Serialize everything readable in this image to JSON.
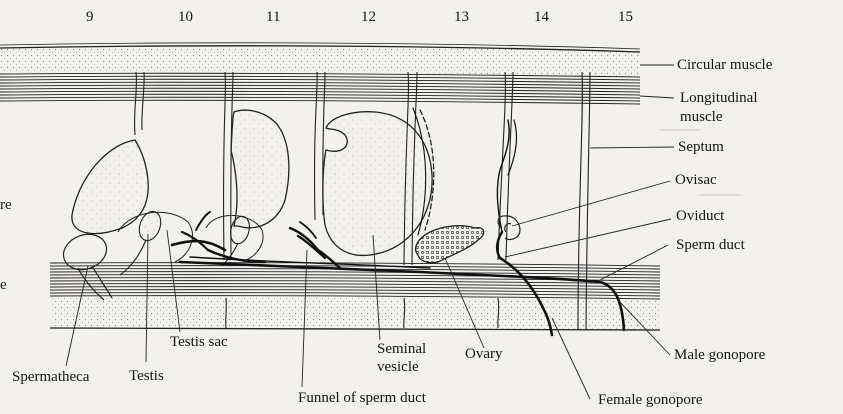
{
  "segments": [
    "9",
    "10",
    "11",
    "12",
    "13",
    "14",
    "15"
  ],
  "labels": {
    "circular_muscle": "Circular muscle",
    "longitudinal_muscle_line1": "Longitudinal",
    "longitudinal_muscle_line2": "muscle",
    "septum": "Septum",
    "ovisac": "Ovisac",
    "oviduct": "Oviduct",
    "sperm_duct": "Sperm duct",
    "male_gonopore": "Male gonopore",
    "female_gonopore": "Female gonopore",
    "funnel_of_sperm_duct": "Funnel of sperm duct",
    "ovary": "Ovary",
    "seminal_vesicle_line1": "Seminal",
    "seminal_vesicle_line2": "vesicle",
    "testis_sac": "Testis sac",
    "testis": "Testis",
    "spermatheca": "Spermatheca"
  },
  "margin_fragments": {
    "left_re": "re",
    "left_e": "e"
  },
  "colors": {
    "ink": "#1a1a1a",
    "paper": "#f3f1ee",
    "stipple": "#9a9a9a"
  }
}
